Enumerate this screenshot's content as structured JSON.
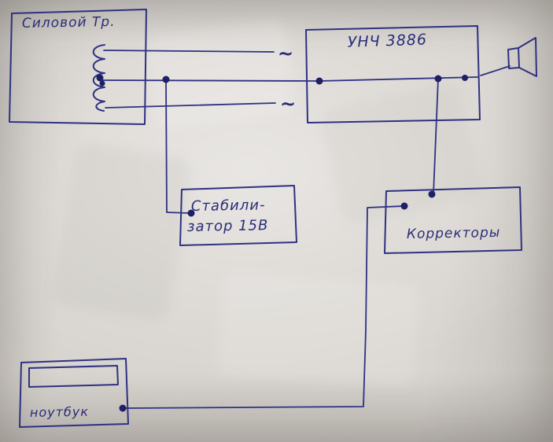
{
  "diagram": {
    "colors": {
      "ink": "#2e3182",
      "paper": "#d8d4cf"
    },
    "blocks": {
      "transformer": {
        "label": "Силовой Тр."
      },
      "amplifier": {
        "label": "УНЧ 3886"
      },
      "stabilizer": {
        "line1": "Стабили-",
        "line2": "затор 15В"
      },
      "correctors": {
        "label": "Корректоры"
      },
      "laptop": {
        "label": "ноутбук"
      }
    },
    "symbols": {
      "ac_top": "~",
      "ac_bottom": "~"
    }
  }
}
